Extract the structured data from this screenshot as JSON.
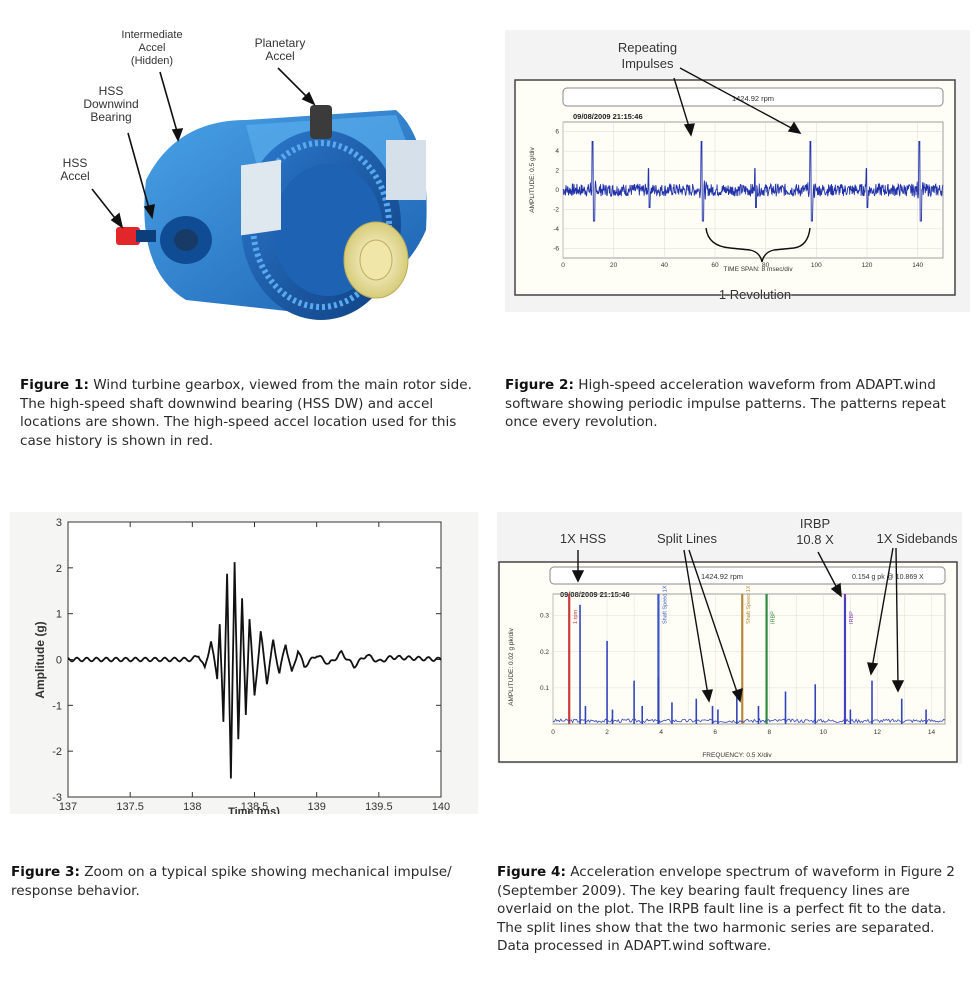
{
  "figures": {
    "fig1": {
      "labels": {
        "intermediate": "Intermediate\nAccel\n(Hidden)",
        "planetary": "Planetary\nAccel",
        "hss_dw": "HSS\nDownwind\nBearing",
        "hss_accel": "HSS\nAccel"
      },
      "caption_bold": "Figure 1:",
      "caption_text": " Wind turbine gearbox, viewed from the main rotor side. The high-speed shaft downwind bearing (HSS DW) and accel locations are shown. The high-speed accel location used for this case history is shown in red."
    },
    "fig2": {
      "annotation": "Repeating\nImpulses",
      "rpm": "1424.92 rpm",
      "timestamp": "09/08/2009 21:15:46",
      "ylabel": "AMPLITUDE: 0.5 g/div",
      "xlabel": "TIME SPAN: 8 msec/div",
      "revolution": "1 Revolution",
      "caption_bold": "Figure 2:",
      "caption_text": " High-speed acceleration waveform from ADAPT.wind software showing periodic impulse patterns. The patterns repeat once every revolution."
    },
    "fig3": {
      "caption_bold": "Figure 3:",
      "caption_text": " Zoom on a typical spike showing mechanical impulse/ response behavior."
    },
    "fig4": {
      "labels": {
        "hss1x": "1X HSS",
        "split": "Split Lines",
        "irbp": "IRBP\n10.8 X",
        "sidebands": "1X Sidebands"
      },
      "rpm": "1424.92 rpm",
      "readout": "0.154 g pk @ 10.869 X",
      "timestamp": "09/08/2009 21:15:46",
      "ylabel": "AMPLITUDE: 0.02 g pk/div",
      "xlabel": "FREQUENCY: 0.5 X/div",
      "line_labels": [
        "1 rpm",
        "Shaft Speed 1X",
        "Shaft Speed 1X",
        "IRBP",
        "IRBP"
      ],
      "caption_bold": "Figure 4:",
      "caption_text": " Acceleration envelope spectrum of waveform in Figure 2 (September 2009). The key bearing fault frequency lines are overlaid on the plot. The IRPB fault line is a perfect fit to the data. The split lines show that the two harmonic series are separated. Data processed in ADAPT.wind software."
    }
  },
  "chart_data": [
    {
      "type": "line",
      "xlabel": "TIME SPAN: 8 msec/div",
      "ylabel": "AMPLITUDE: 0.5 g/div",
      "x_ticks": [
        0,
        20,
        40,
        60,
        80,
        100,
        120,
        140
      ],
      "y_ticks": [
        -6,
        -4,
        -2,
        0,
        2,
        4,
        6
      ],
      "xlim": [
        0,
        150
      ],
      "ylim": [
        -7,
        7
      ],
      "impulses_x": [
        12,
        55,
        98,
        141
      ],
      "secondary_impulses_x": [
        34,
        76,
        120
      ]
    },
    {
      "type": "line",
      "xlabel": "Time (ms)",
      "ylabel": "Amplitude (g)",
      "x_ticks": [
        137,
        137.5,
        138,
        138.5,
        139,
        139.5,
        140
      ],
      "y_ticks": [
        -3,
        -2,
        -1,
        0,
        1,
        2,
        3
      ],
      "xlim": [
        137,
        140
      ],
      "ylim": [
        -3,
        3
      ],
      "x": [
        137.0,
        138.0,
        138.05,
        138.1,
        138.15,
        138.2,
        138.22,
        138.25,
        138.28,
        138.31,
        138.34,
        138.37,
        138.4,
        138.43,
        138.46,
        138.5,
        138.55,
        138.6,
        138.65,
        138.7,
        138.75,
        138.8,
        138.85,
        138.9,
        139.0,
        139.1,
        139.2,
        139.3,
        139.4,
        139.5,
        139.6,
        140.0
      ],
      "y": [
        0,
        0,
        0.1,
        -0.2,
        0.4,
        -0.4,
        0.8,
        -1.4,
        1.9,
        -2.6,
        2.1,
        -1.7,
        1.3,
        -1.2,
        0.9,
        -0.8,
        0.6,
        -0.5,
        0.4,
        -0.3,
        0.35,
        -0.3,
        0.2,
        -0.15,
        0.1,
        -0.1,
        0.15,
        -0.15,
        0.1,
        -0.05,
        0.05,
        0
      ]
    },
    {
      "type": "bar",
      "xlabel": "FREQUENCY: 0.5 X/div",
      "ylabel": "AMPLITUDE: 0.02 g pk/div",
      "x_ticks": [
        0,
        2,
        4,
        6,
        8,
        10,
        12,
        14
      ],
      "y_ticks": [
        0.1,
        0.2,
        0.3
      ],
      "xlim": [
        0,
        14.5
      ],
      "ylim": [
        0,
        0.36
      ],
      "x": [
        1.0,
        1.2,
        2.0,
        2.2,
        3.0,
        3.3,
        3.9,
        4.4,
        5.3,
        5.9,
        6.1,
        6.8,
        7.6,
        8.6,
        9.7,
        10.8,
        11.0,
        11.8,
        12.9,
        13.8
      ],
      "y": [
        0.33,
        0.05,
        0.23,
        0.04,
        0.12,
        0.05,
        0.13,
        0.06,
        0.07,
        0.05,
        0.04,
        0.09,
        0.05,
        0.09,
        0.11,
        0.35,
        0.04,
        0.12,
        0.07,
        0.04
      ],
      "overlay_lines_x": [
        0.6,
        3.9,
        7.0,
        7.9,
        10.8
      ]
    }
  ]
}
